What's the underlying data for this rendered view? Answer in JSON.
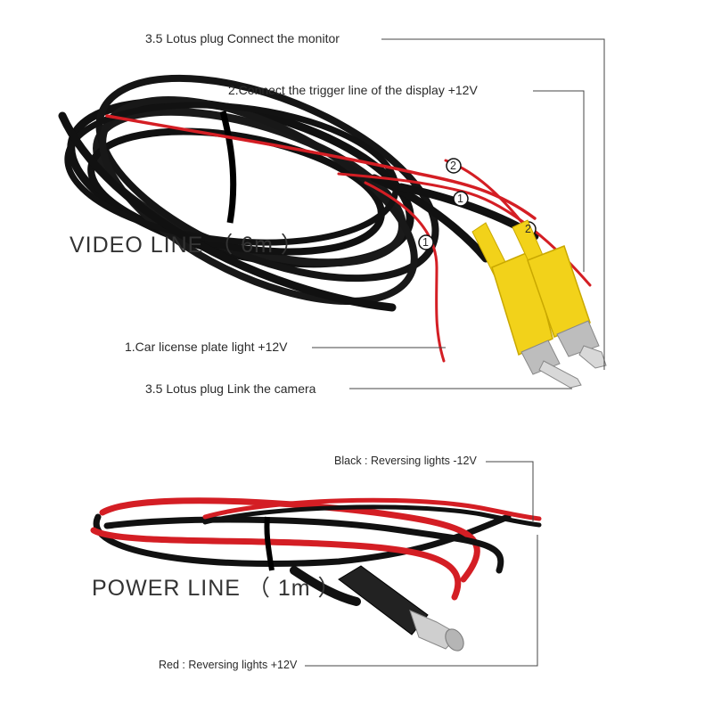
{
  "video": {
    "title": "VIDEO  LINE  （ 6m ）",
    "label_monitor": "3.5 Lotus plug  Connect the monitor",
    "label_trigger": "2.Connect the trigger line of the display +12V",
    "label_plate_light": "1.Car license plate light +12V",
    "label_camera": "3.5 Lotus plug  Link the camera",
    "marker_1": "1",
    "marker_2": "2"
  },
  "power": {
    "title": "POWER  LINE  （ 1m ）",
    "label_black": "Black : Reversing lights -12V",
    "label_red": "Red : Reversing lights +12V"
  },
  "colors": {
    "cable_black": "#111111",
    "wire_red": "#d41e24",
    "rca_yellow": "#f2d21a",
    "metal": "#c8c8c8",
    "leader_line": "#444444"
  }
}
